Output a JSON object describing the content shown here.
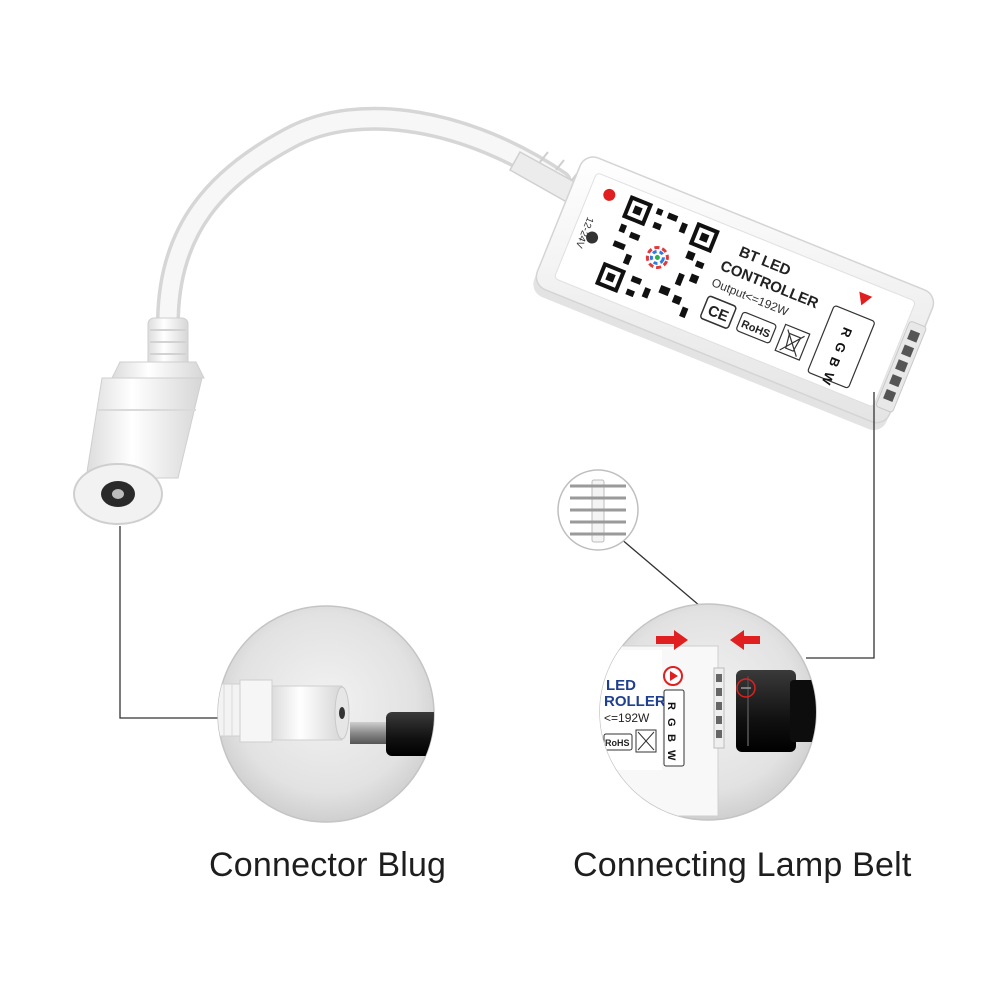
{
  "device": {
    "voltage": "12-24V",
    "title_line1": "BT LED",
    "title_line2": "CONTROLLER",
    "output": "Output<=192W",
    "ce_mark": "CE",
    "rohs_mark": "RoHS",
    "channel_letters": [
      "R",
      "G",
      "B",
      "W"
    ],
    "body_color": "#f4f4f4",
    "accent_red": "#e02020"
  },
  "detail_right": {
    "label_line1": "LED",
    "label_line2": "ROLLER",
    "output": "<=192W",
    "rohs_mark": "RoHS",
    "channel_letters": [
      "R",
      "G",
      "B",
      "W"
    ]
  },
  "captions": {
    "left": "Connector Blug",
    "right": "Connecting Lamp Belt"
  }
}
